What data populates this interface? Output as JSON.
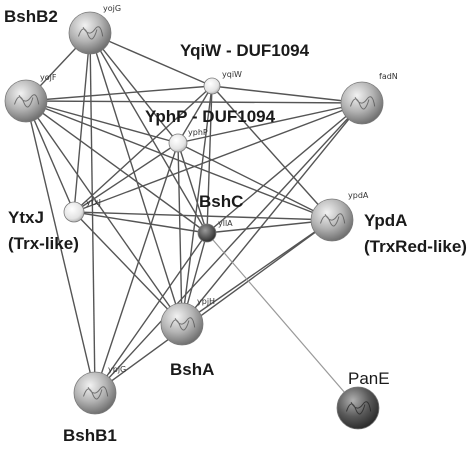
{
  "nodes": [
    {
      "id": "yojG",
      "small": "yojG",
      "big": "BshB2",
      "kind": "protein"
    },
    {
      "id": "yojF",
      "small": "yojF",
      "big": "",
      "kind": "protein"
    },
    {
      "id": "yqiW",
      "small": "yqiW",
      "big": "YqiW - DUF1094",
      "kind": "small-light"
    },
    {
      "id": "yphP",
      "small": "yphP",
      "big": "YphP - DUF1094",
      "kind": "small-light"
    },
    {
      "id": "fadN",
      "small": "fadN",
      "big": "",
      "kind": "protein"
    },
    {
      "id": "ytxJ",
      "small": "ytxJ",
      "big": "YtxJ\n(Trx-like)",
      "kind": "small-light"
    },
    {
      "id": "yllA",
      "small": "yllA",
      "big": "BshC",
      "kind": "small-dark"
    },
    {
      "id": "ypdA",
      "small": "ypdA",
      "big": "YpdA\n(TrxRed-like)",
      "kind": "protein"
    },
    {
      "id": "ypjH",
      "small": "ypjH",
      "big": "BshA",
      "kind": "protein"
    },
    {
      "id": "ypjG",
      "small": "ypjG",
      "big": "BshB1",
      "kind": "protein"
    },
    {
      "id": "panE",
      "small": "",
      "big": "PanE",
      "kind": "protein-dark"
    }
  ],
  "edges": [
    [
      "yojG",
      "yojF"
    ],
    [
      "yojG",
      "yqiW"
    ],
    [
      "yojG",
      "yphP"
    ],
    [
      "yojG",
      "ytxJ"
    ],
    [
      "yojG",
      "yllA"
    ],
    [
      "yojG",
      "ypjH"
    ],
    [
      "yojG",
      "ypjG"
    ],
    [
      "yojF",
      "yqiW"
    ],
    [
      "yojF",
      "yphP"
    ],
    [
      "yojF",
      "fadN"
    ],
    [
      "yojF",
      "ytxJ"
    ],
    [
      "yojF",
      "yllA"
    ],
    [
      "yojF",
      "ypdA"
    ],
    [
      "yojF",
      "ypjH"
    ],
    [
      "yojF",
      "ypjG"
    ],
    [
      "yqiW",
      "yphP"
    ],
    [
      "yqiW",
      "fadN"
    ],
    [
      "yqiW",
      "ypdA"
    ],
    [
      "yqiW",
      "yllA"
    ],
    [
      "yqiW",
      "ytxJ"
    ],
    [
      "yqiW",
      "ypjH"
    ],
    [
      "yphP",
      "fadN"
    ],
    [
      "yphP",
      "ytxJ"
    ],
    [
      "yphP",
      "yllA"
    ],
    [
      "yphP",
      "ypdA"
    ],
    [
      "yphP",
      "ypjH"
    ],
    [
      "yphP",
      "ypjG"
    ],
    [
      "fadN",
      "ytxJ"
    ],
    [
      "fadN",
      "yllA"
    ],
    [
      "fadN",
      "ypjH"
    ],
    [
      "fadN",
      "ypjG"
    ],
    [
      "ytxJ",
      "yllA"
    ],
    [
      "ytxJ",
      "ypdA"
    ],
    [
      "ytxJ",
      "ypjH"
    ],
    [
      "yllA",
      "ypdA"
    ],
    [
      "yllA",
      "ypjH"
    ],
    [
      "yllA",
      "ypjG"
    ],
    [
      "ypdA",
      "ypjH"
    ],
    [
      "ypdA",
      "ypjG"
    ]
  ],
  "light_edges": [
    [
      "yllA",
      "panE"
    ]
  ],
  "colors": {
    "edge": "#555555",
    "light_edge": "#9a9a9a",
    "protein": "#b9b9b9",
    "light": "#e6e6e6",
    "dark": "#555555"
  }
}
